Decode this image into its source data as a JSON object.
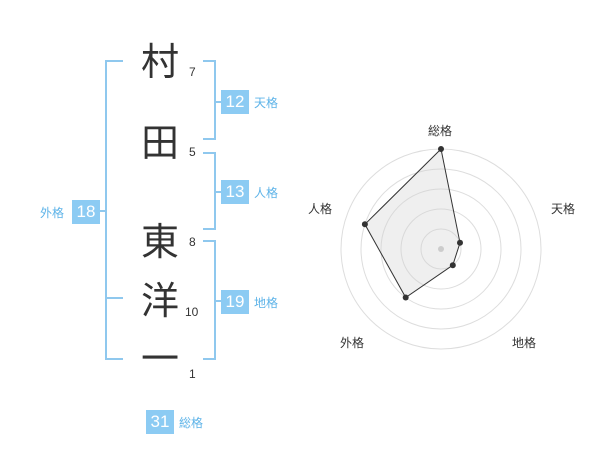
{
  "name_chars": [
    {
      "char": "村",
      "strokes": "7"
    },
    {
      "char": "田",
      "strokes": "5"
    },
    {
      "char": "東",
      "strokes": "8"
    },
    {
      "char": "洋",
      "strokes": "10"
    },
    {
      "char": "一",
      "strokes": "1"
    }
  ],
  "fortunes": {
    "tenkaku": {
      "value": "12",
      "label": "天格"
    },
    "jinkaku": {
      "value": "13",
      "label": "人格"
    },
    "chikaku": {
      "value": "19",
      "label": "地格"
    },
    "gaikaku": {
      "value": "18",
      "label": "外格"
    },
    "soukaku": {
      "value": "31",
      "label": "総格"
    }
  },
  "colors": {
    "accent": "#8ccbf3",
    "accent_text": "#5db3e8",
    "bracket": "#8fc8ee"
  },
  "chart_data": {
    "type": "radar",
    "axes": [
      "総格",
      "天格",
      "地格",
      "外格",
      "人格"
    ],
    "values": [
      5,
      1,
      1,
      3,
      4
    ],
    "max": 5,
    "rings": 5
  }
}
